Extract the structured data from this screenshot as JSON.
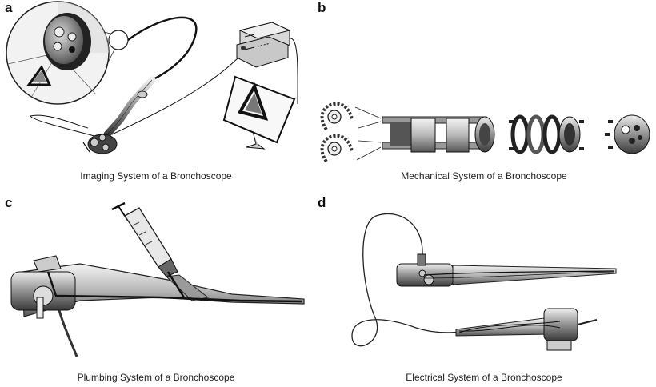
{
  "panels": [
    {
      "letter": "a",
      "caption": "Imaging System of a Bronchoscope"
    },
    {
      "letter": "b",
      "caption": "Mechanical System of a Bronchoscope"
    },
    {
      "letter": "c",
      "caption": "Plumbing System of a Bronchoscope"
    },
    {
      "letter": "d",
      "caption": "Electrical System of a Bronchoscope"
    }
  ]
}
